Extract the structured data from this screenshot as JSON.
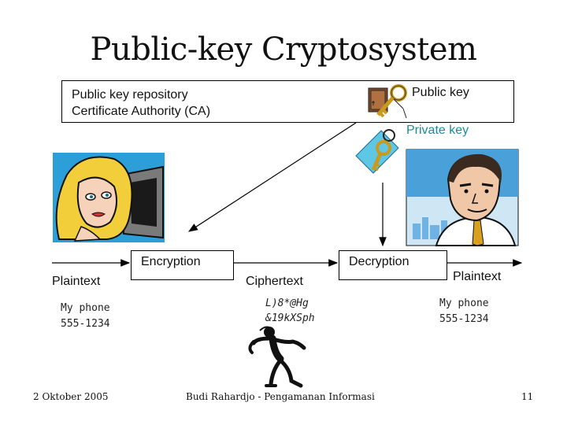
{
  "title": "Public-key Cryptosystem",
  "repository": {
    "line1": "Public key repository",
    "line2": "Certificate Authority (CA)"
  },
  "keys": {
    "public_key_label": "Public key",
    "private_key_label": "Private key",
    "public_key_color": "#c89a1e",
    "private_key_color": "#2a9bd6"
  },
  "flow": {
    "plaintext_left": "Plaintext",
    "encryption": "Encryption",
    "ciphertext": "Ciphertext",
    "decryption": "Decryption",
    "plaintext_right": "Plaintext"
  },
  "messages": {
    "left_line1": "My phone",
    "left_line2": "555-1234",
    "cipher_line1": "L)8*@Hg",
    "cipher_line2": "&19kXSph",
    "right_line1": "My phone",
    "right_line2": "555-1234"
  },
  "footer": {
    "date": "2 Oktober 2005",
    "author": "Budi Rahardjo - Pengamanan Informasi",
    "page": "11"
  }
}
